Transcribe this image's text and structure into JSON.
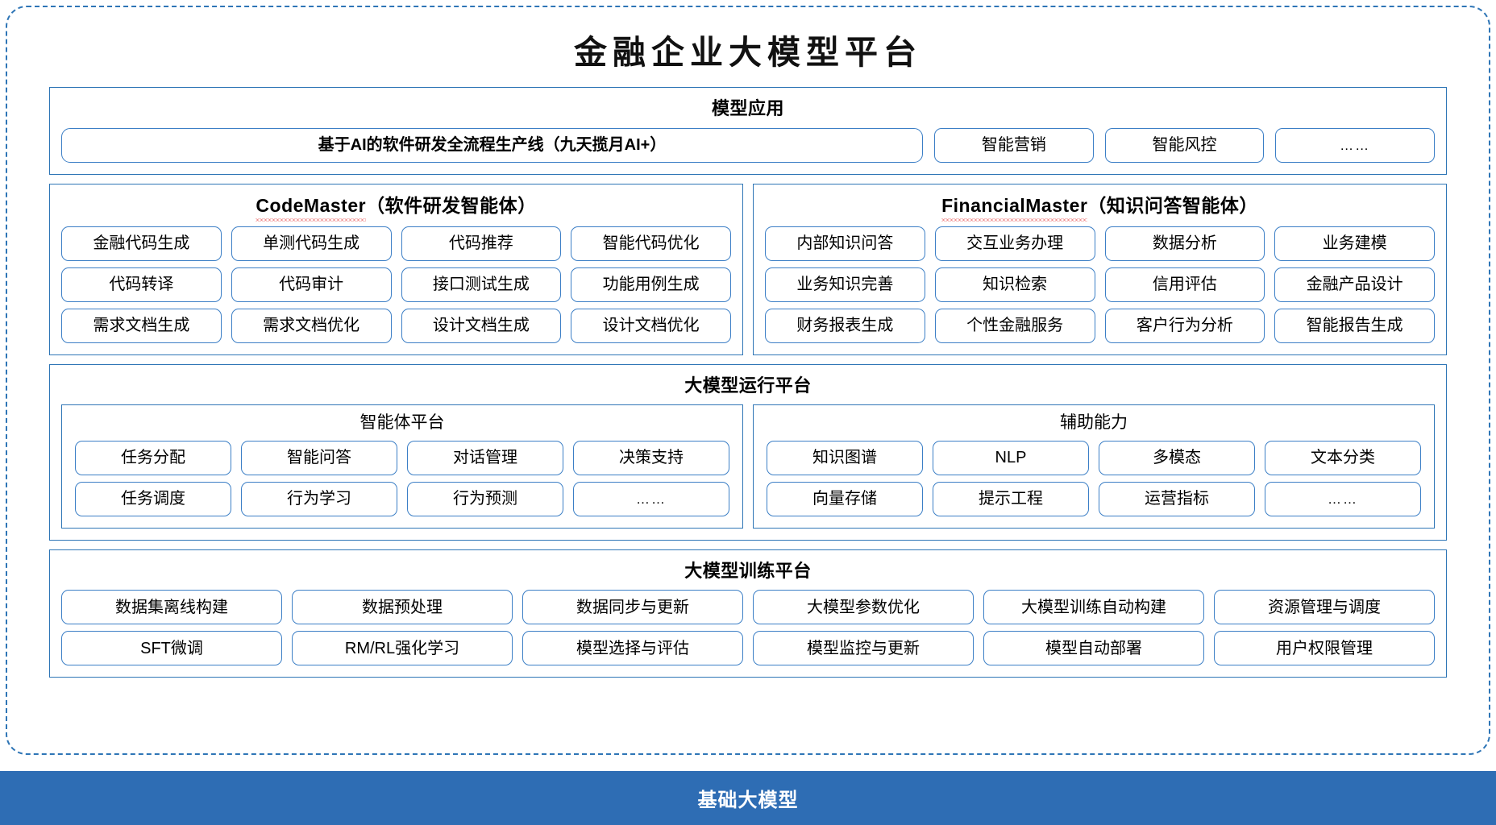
{
  "title": "金融企业大模型平台",
  "colors": {
    "border_blue": "#2E75B6",
    "pill_border": "#3C7FC6",
    "base_bar_blue": "#2E6DB4",
    "spellcheck_red": "#E01B1B",
    "text_black": "#000000",
    "base_bar_text": "#FFFFFF"
  },
  "sections": {
    "model_application": {
      "title": "模型应用",
      "featured": "基于AI的软件研发全流程生产线（九天揽月AI+）",
      "items": [
        "智能营销",
        "智能风控",
        "……"
      ]
    },
    "code_master": {
      "name": "CodeMaster",
      "suffix": "（软件研发智能体）",
      "spellcheck_underline": true,
      "rows": [
        [
          "金融代码生成",
          "单测代码生成",
          "代码推荐",
          "智能代码优化"
        ],
        [
          "代码转译",
          "代码审计",
          "接口测试生成",
          "功能用例生成"
        ],
        [
          "需求文档生成",
          "需求文档优化",
          "设计文档生成",
          "设计文档优化"
        ]
      ]
    },
    "financial_master": {
      "name": "FinancialMaster",
      "suffix": "（知识问答智能体）",
      "spellcheck_underline": true,
      "rows": [
        [
          "内部知识问答",
          "交互业务办理",
          "数据分析",
          "业务建模"
        ],
        [
          "业务知识完善",
          "知识检索",
          "信用评估",
          "金融产品设计"
        ],
        [
          "财务报表生成",
          "个性金融服务",
          "客户行为分析",
          "智能报告生成"
        ]
      ]
    },
    "runtime_platform": {
      "title": "大模型运行平台",
      "subpanels": [
        {
          "title": "智能体平台",
          "rows": [
            [
              "任务分配",
              "智能问答",
              "对话管理",
              "决策支持"
            ],
            [
              "任务调度",
              "行为学习",
              "行为预测",
              "……"
            ]
          ]
        },
        {
          "title": "辅助能力",
          "rows": [
            [
              "知识图谱",
              "NLP",
              "多模态",
              "文本分类"
            ],
            [
              "向量存储",
              "提示工程",
              "运营指标",
              "……"
            ]
          ]
        }
      ]
    },
    "training_platform": {
      "title": "大模型训练平台",
      "rows": [
        [
          "数据集离线构建",
          "数据预处理",
          "数据同步与更新",
          "大模型参数优化",
          "大模型训练自动构建",
          "资源管理与调度"
        ],
        [
          "SFT微调",
          "RM/RL强化学习",
          "模型选择与评估",
          "模型监控与更新",
          "模型自动部署",
          "用户权限管理"
        ]
      ]
    },
    "base_model": {
      "title": "基础大模型"
    }
  }
}
